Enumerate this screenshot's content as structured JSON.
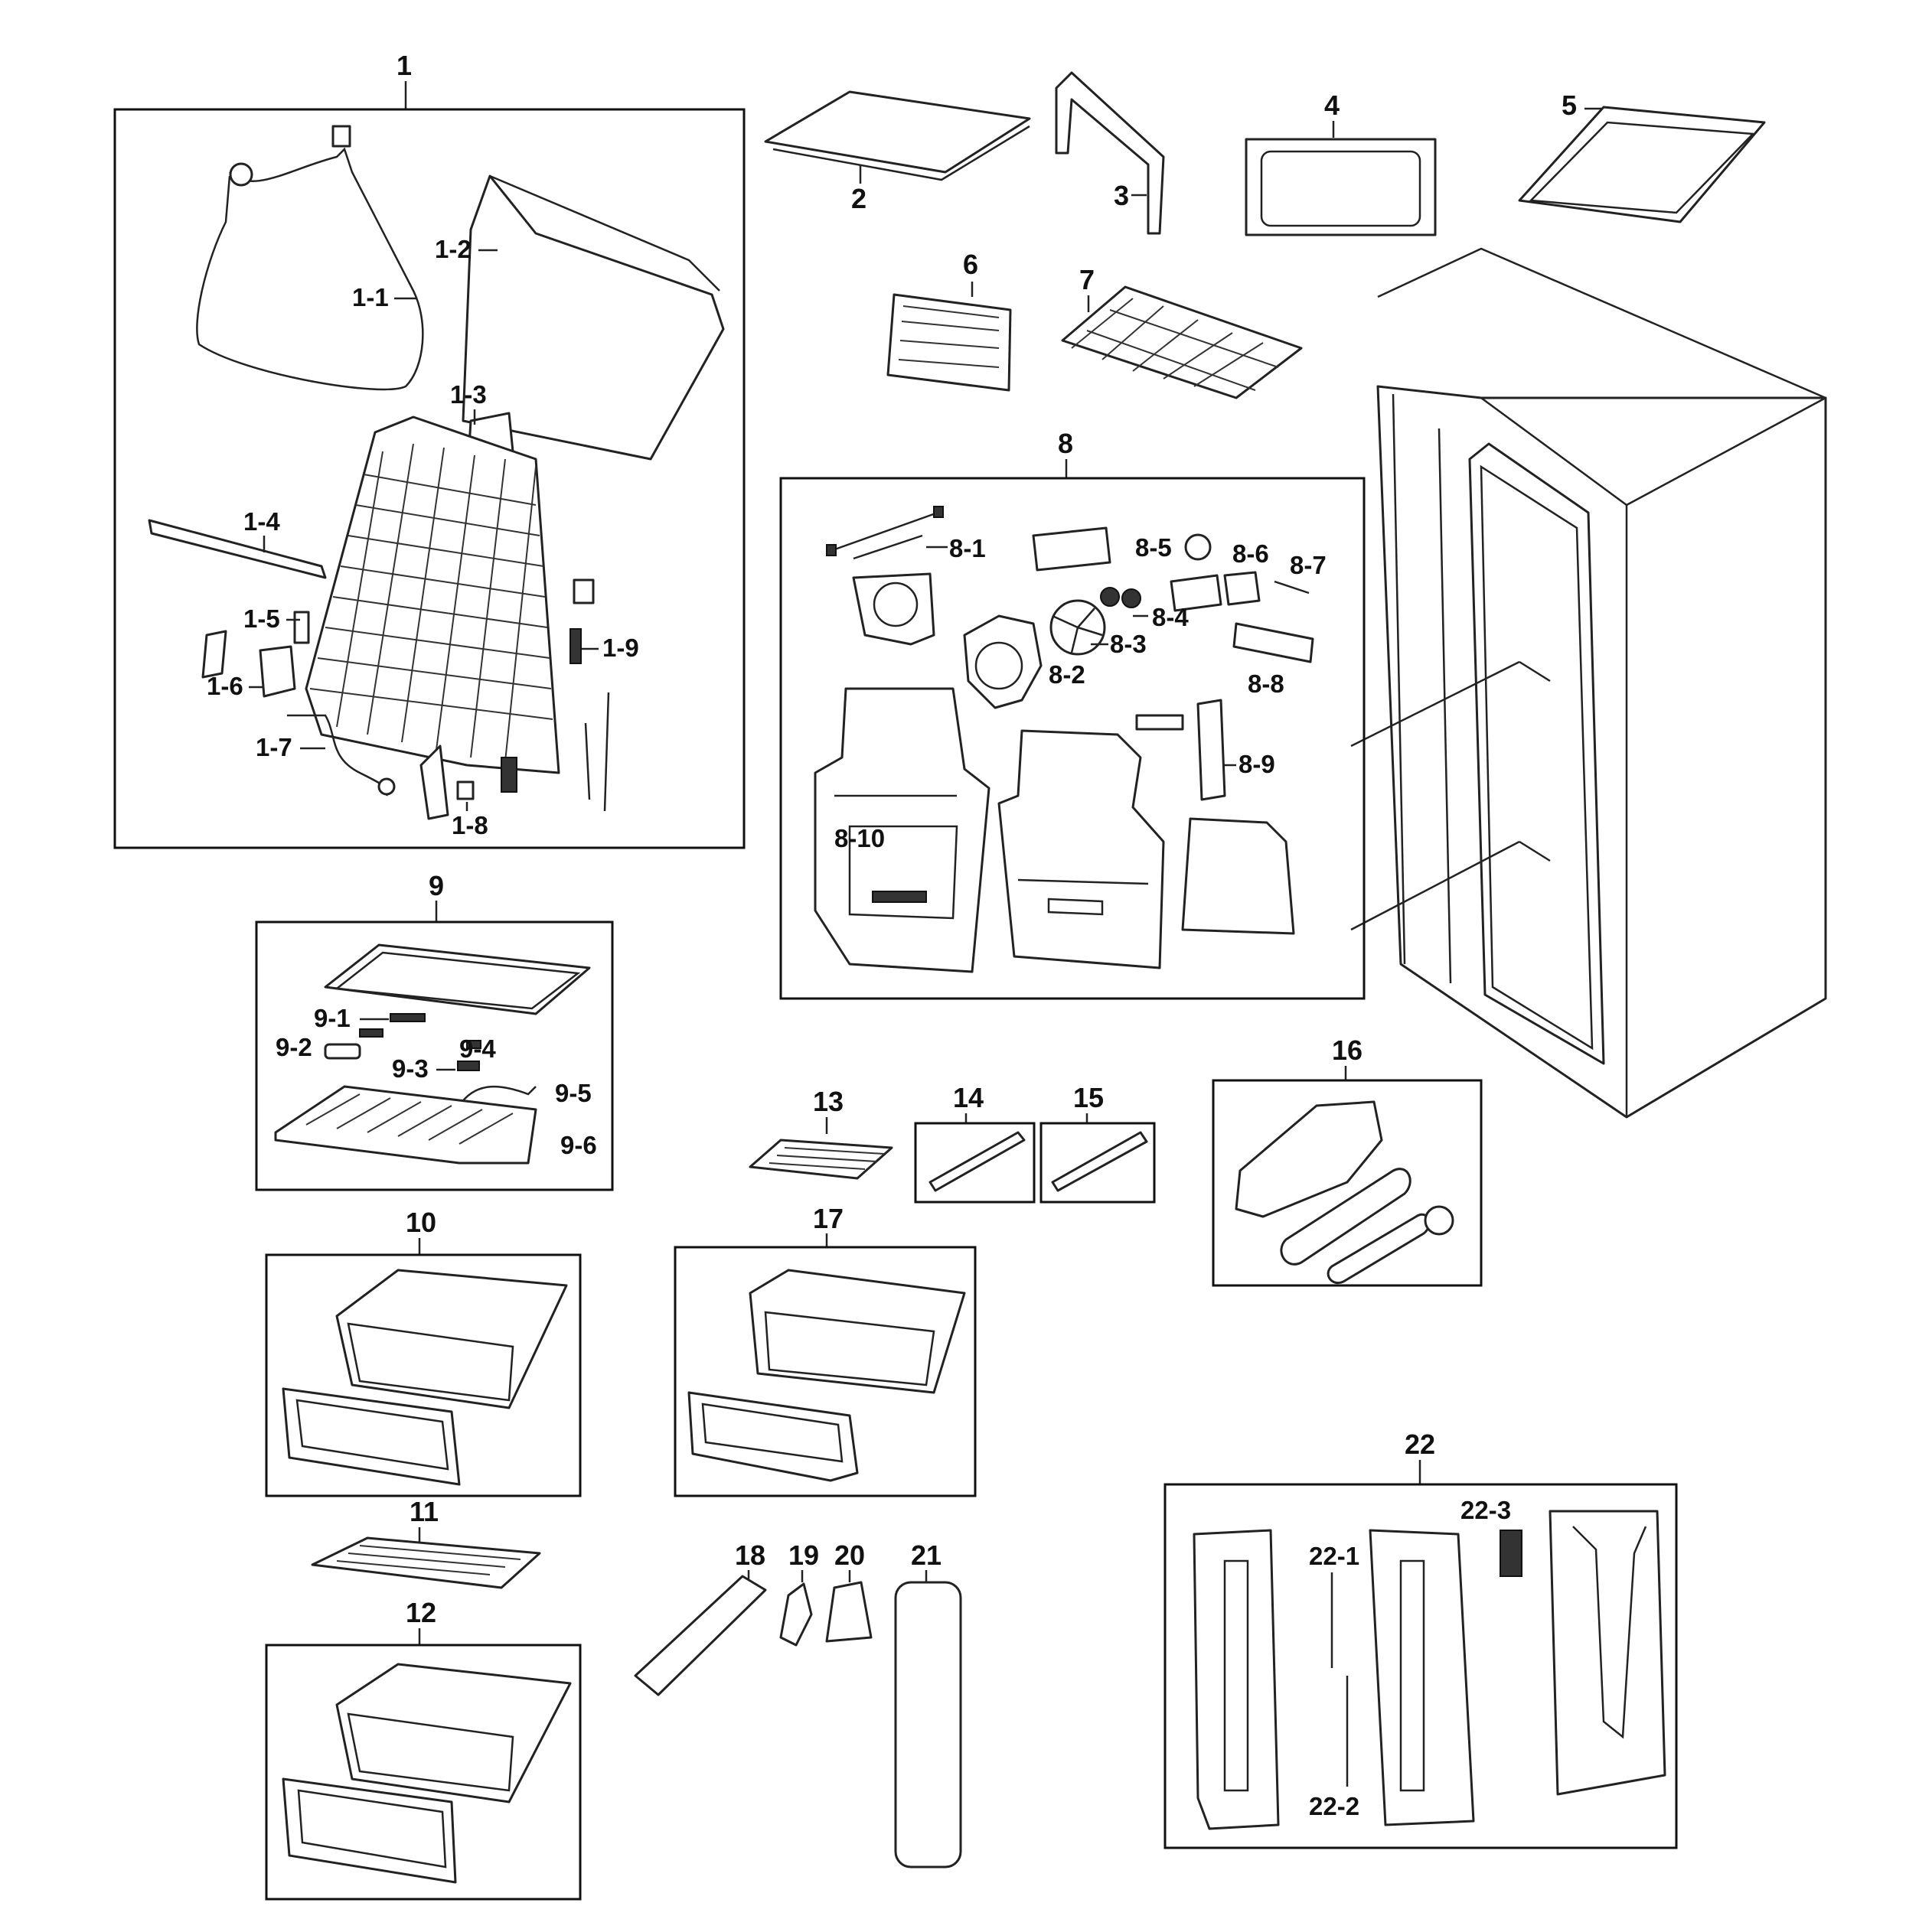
{
  "callouts": {
    "c1": "1",
    "c1_1": "1-1",
    "c1_2": "1-2",
    "c1_3": "1-3",
    "c1_4": "1-4",
    "c1_5": "1-5",
    "c1_6": "1-6",
    "c1_7": "1-7",
    "c1_8": "1-8",
    "c1_9": "1-9",
    "c2": "2",
    "c3": "3",
    "c4": "4",
    "c5": "5",
    "c6": "6",
    "c7": "7",
    "c8": "8",
    "c8_1": "8-1",
    "c8_2": "8-2",
    "c8_3": "8-3",
    "c8_4": "8-4",
    "c8_5": "8-5",
    "c8_6": "8-6",
    "c8_7": "8-7",
    "c8_8": "8-8",
    "c8_9": "8-9",
    "c8_10": "8-10",
    "c9": "9",
    "c9_1": "9-1",
    "c9_2": "9-2",
    "c9_3": "9-3",
    "c9_4": "9-4",
    "c9_5": "9-5",
    "c9_6": "9-6",
    "c10": "10",
    "c11": "11",
    "c12": "12",
    "c13": "13",
    "c14": "14",
    "c15": "15",
    "c16": "16",
    "c17": "17",
    "c18": "18",
    "c19": "19",
    "c20": "20",
    "c21": "21",
    "c22": "22",
    "c22_1": "22-1",
    "c22_2": "22-2",
    "c22_3": "22-3"
  }
}
